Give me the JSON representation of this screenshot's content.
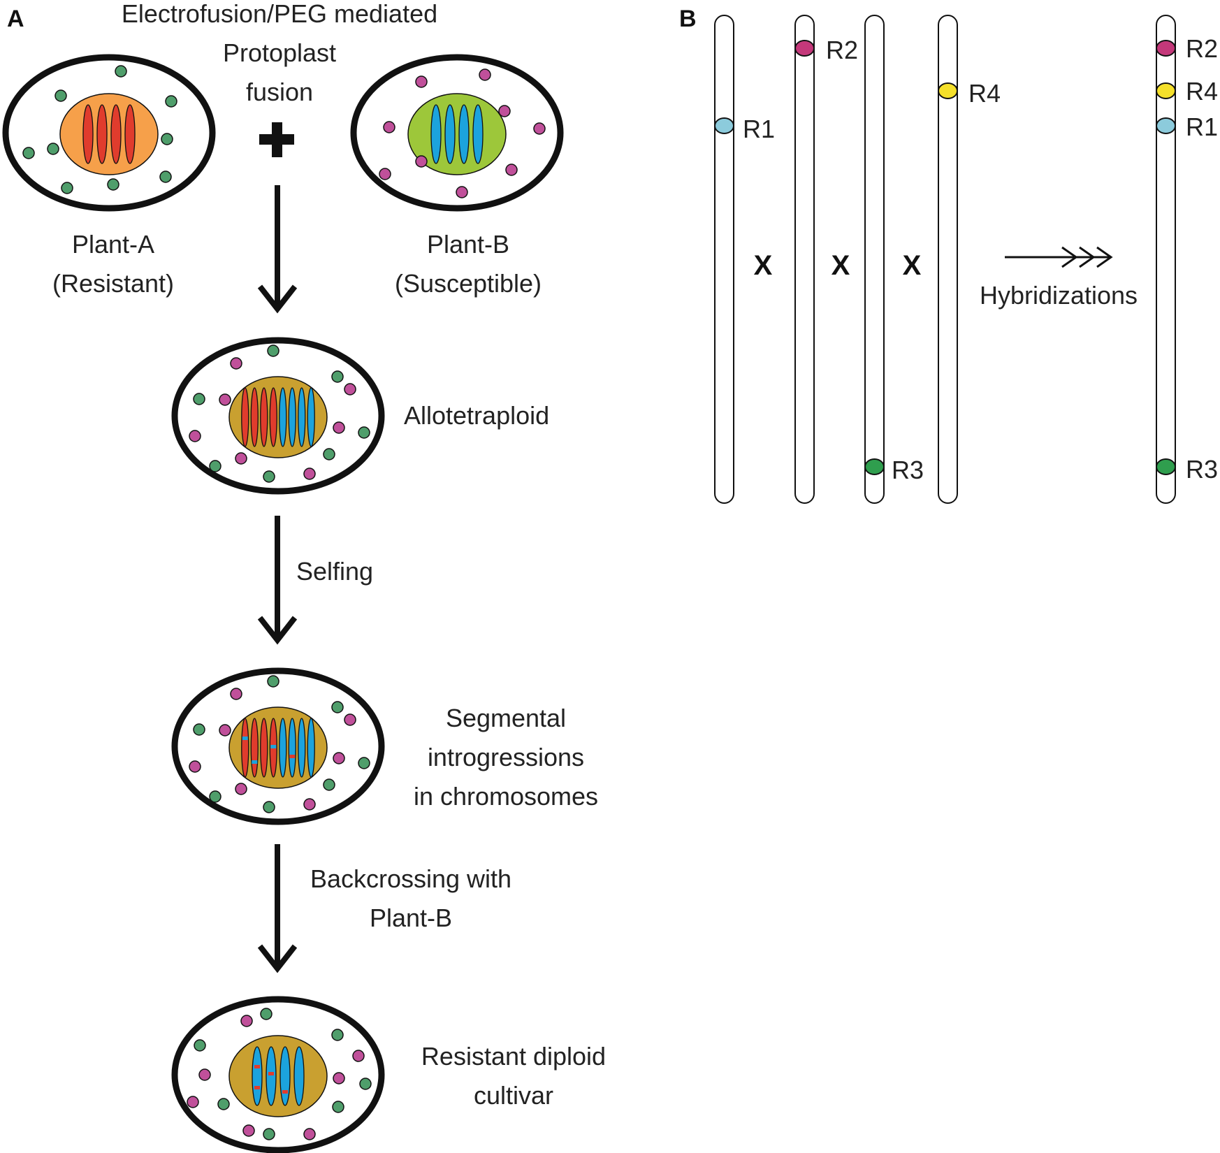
{
  "colors": {
    "outline": "#111111",
    "green_organelle": "#4f9e6b",
    "magenta_organelle": "#c0509a",
    "nucleus_a": "#f6a04a",
    "nucleus_b": "#9dc73a",
    "nucleus_hybrid": "#c9a030",
    "chromosome_red": "#e03c2d",
    "chromosome_blue": "#1ca3dd",
    "marker_R1": "#8ccbdc",
    "marker_R2": "#c4387a",
    "marker_R3": "#2f9e4e",
    "marker_R4": "#f5e02a"
  },
  "panel_a": {
    "label": "A",
    "method_line1": "Electrofusion/PEG mediated",
    "method_line2": "Protoplast",
    "method_line3": "fusion",
    "plus_icon": "plus",
    "plant_a_line1": "Plant-A",
    "plant_a_line2": "(Resistant)",
    "plant_b_line1": "Plant-B",
    "plant_b_line2": "(Susceptible)",
    "hybrid_label": "Allotetraploid",
    "step1": "Selfing",
    "segmental_line1": "Segmental",
    "segmental_line2": "introgressions",
    "segmental_line3": "in chromosomes",
    "step2_line1": "Backcrossing with",
    "step2_line2": "Plant-B",
    "final_line1": "Resistant diploid",
    "final_line2": "cultivar"
  },
  "panel_b": {
    "label": "B",
    "cross_symbol": "X",
    "chromosomes": [
      {
        "marker": "R1"
      },
      {
        "marker": "R2"
      },
      {
        "marker": "R3"
      },
      {
        "marker": "R4"
      }
    ],
    "arrow_label": "Hybridizations",
    "result_markers": [
      "R2",
      "R4",
      "R1",
      "R3"
    ]
  }
}
